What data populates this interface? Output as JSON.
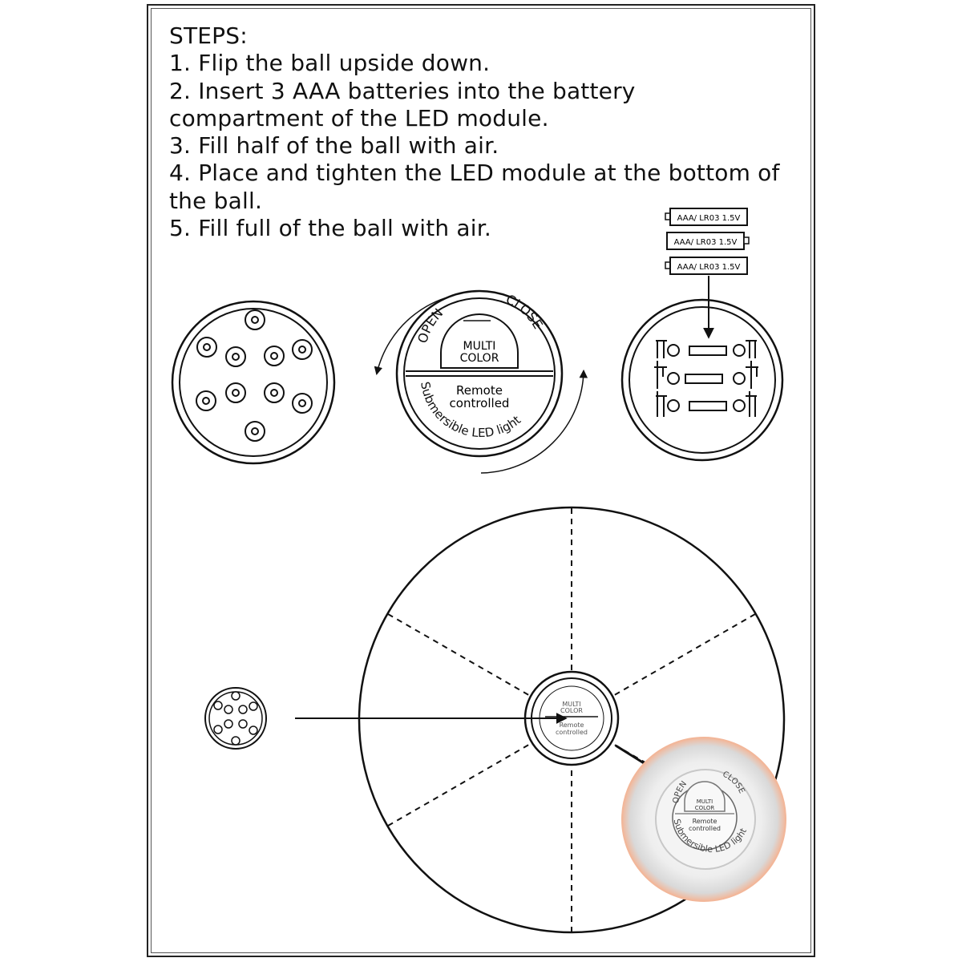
{
  "instructions": {
    "heading": "STEPS:",
    "steps": [
      "1. Flip the ball upside down.",
      "2. Insert 3 AAA batteries into the battery compartment of the LED module.",
      "3. Fill half of the ball with air.",
      "4. Place and tighten the LED module at the bottom of the ball.",
      "5. Fill full of the ball with air."
    ]
  },
  "battery_label": "AAA/ LR03 1.5V",
  "module_cover": {
    "open": "OPEN",
    "close": "CLOSE",
    "multi": "MULTI",
    "color": "COLOR",
    "remote": "Remote",
    "controlled": "controlled",
    "submersible": "Submersible LED light"
  },
  "icons": {
    "led_bottom": "led-module-bottom-icon",
    "led_cover": "led-module-cover-icon",
    "battery_compartment": "battery-compartment-icon",
    "ball": "ball-diagram-icon",
    "photo": "led-module-photo-icon"
  },
  "colors": {
    "line": "#111111",
    "photo_rim": "#f2b79a"
  }
}
